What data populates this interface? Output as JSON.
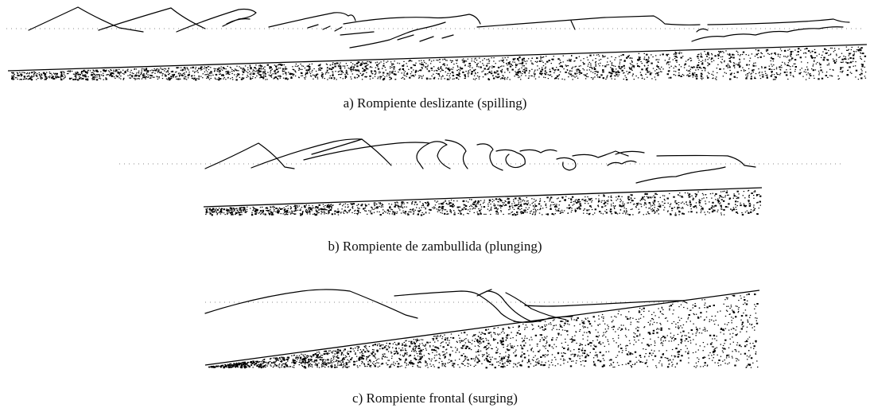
{
  "panels": [
    {
      "id": "a",
      "caption": "a) Rompiente deslizante (spilling)"
    },
    {
      "id": "b",
      "caption": "b) Rompiente de zambullida (plunging)"
    },
    {
      "id": "c",
      "caption": "c) Rompiente frontal (surging)"
    }
  ],
  "colors": {
    "line": "#000000",
    "background": "#ffffff",
    "dots": "#888888"
  }
}
